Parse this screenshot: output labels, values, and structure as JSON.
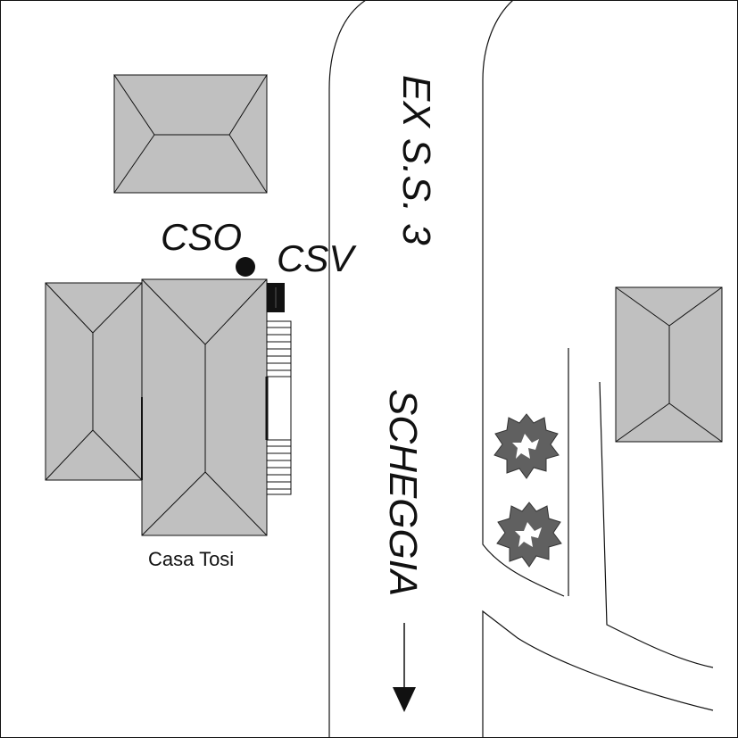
{
  "labels": {
    "cso": "CSO",
    "csv": "CSV",
    "building": "Casa Tosi",
    "road_name": "EX S.S. 3",
    "direction": "SCHEGGIA"
  },
  "colors": {
    "roof_fill": "#c0c0c0",
    "tree_fill": "#606060",
    "line": "#111111",
    "background": "#ffffff"
  },
  "icons": {
    "cso_marker": "filled-circle",
    "csv_marker": "filled-square",
    "direction_arrow": "arrow-down",
    "trees": "tree-icon"
  }
}
